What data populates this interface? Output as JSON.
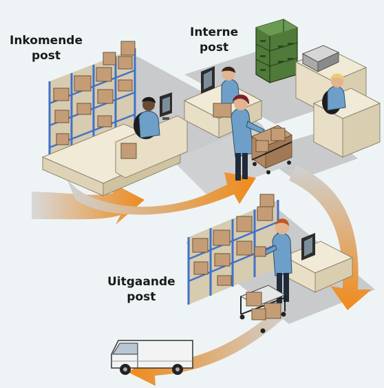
{
  "labels": {
    "incoming": [
      "Inkomende",
      "post"
    ],
    "internal": [
      "Interne",
      "post"
    ],
    "outgoing": [
      "Uitgaande",
      "post"
    ]
  },
  "colors": {
    "background": "#eef4f5",
    "floor": "#c9cacb",
    "arrow": "#ed8a1e",
    "desk": "#e8dfc6",
    "shelf": "#3f72c9",
    "box": "#c49d77",
    "cabinet": "#4f7a3a",
    "shirt": "#6e9fc8"
  },
  "icons": [
    "van-icon",
    "computer-icon",
    "printer-icon",
    "cart-icon",
    "shelf-icon",
    "cabinet-icon",
    "person-icon"
  ]
}
